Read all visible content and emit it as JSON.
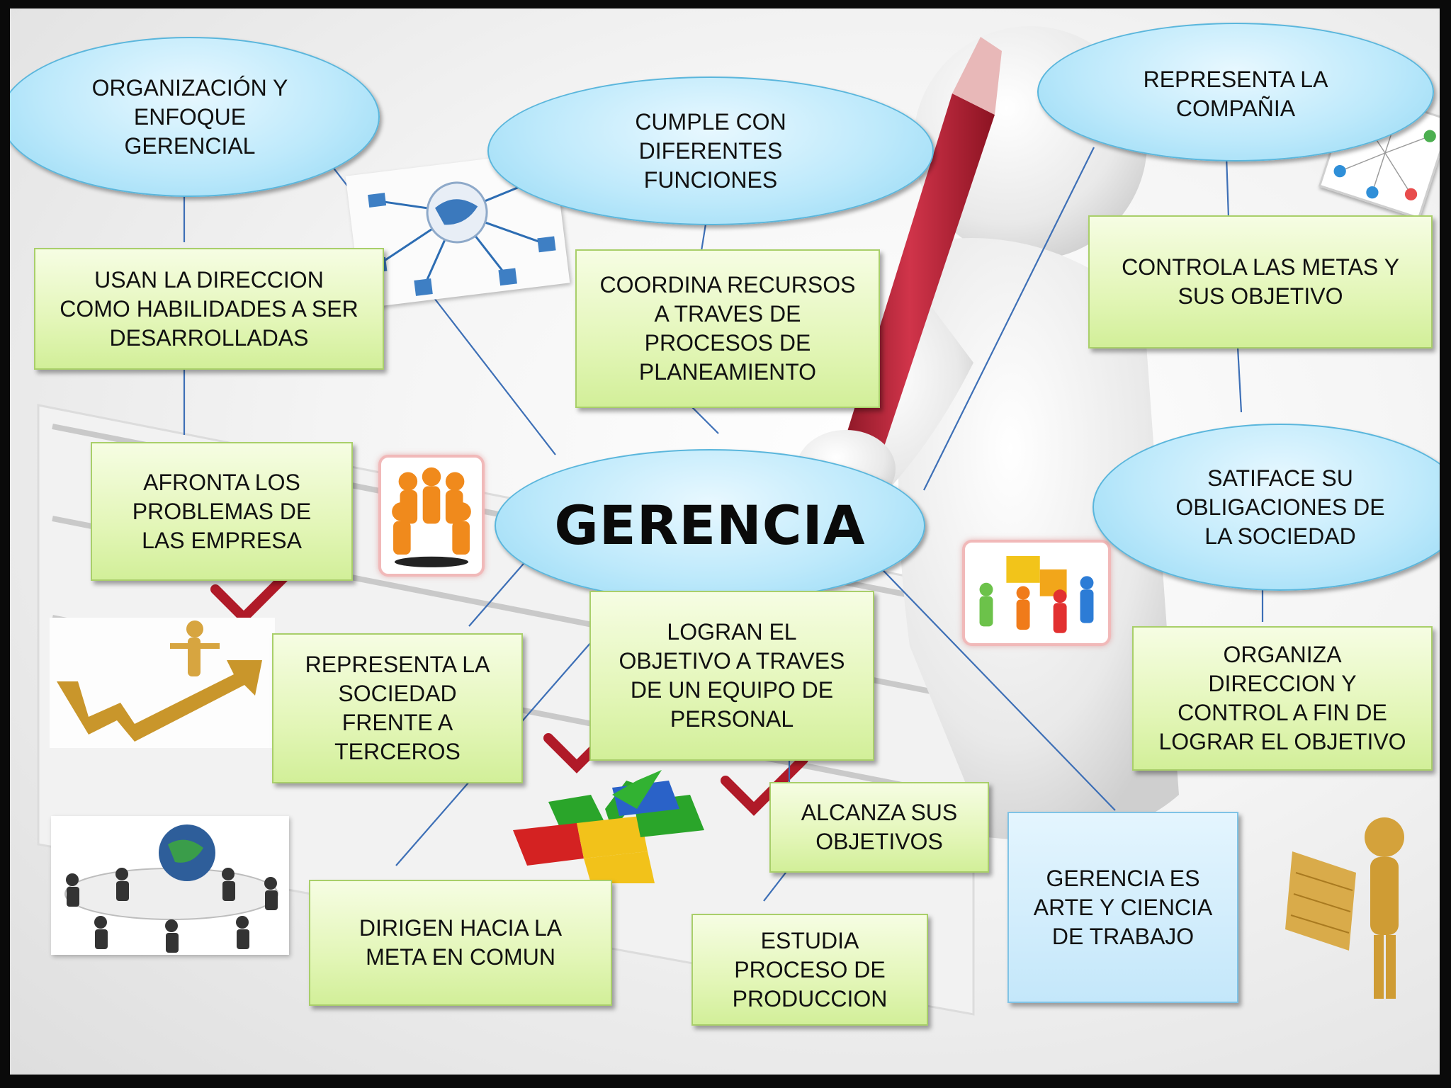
{
  "diagram": {
    "central": "GERENCIA",
    "ovals": {
      "organizacion": "ORGANIZACIÓN Y\nENFOQUE\nGERENCIAL",
      "cumple": "CUMPLE CON\nDIFERENTES\nFUNCIONES",
      "representa_compania": "REPRESENTA LA\nCOMPAÑIA",
      "satisface": "SATIFACE SU\nOBLIGACIONES DE\nLA SOCIEDAD"
    },
    "boxes": {
      "usan_direccion": "USAN LA DIRECCION\nCOMO HABILIDADES A SER\nDESARROLLADAS",
      "coordina_recursos": "COORDINA RECURSOS\nA TRAVES DE\nPROCESOS DE\nPLANEAMIENTO",
      "controla_metas": "CONTROLA LAS METAS Y\nSUS OBJETIVO",
      "afronta_problemas": "AFRONTA  LOS\nPROBLEMAS DE\nLAS EMPRESA",
      "representa_sociedad": "REPRESENTA LA\nSOCIEDAD\nFRENTE A\nTERCEROS",
      "logran_objetivo": "LOGRAN  EL\nOBJETIVO A TRAVES\nDE UN EQUIPO DE\nPERSONAL",
      "organiza_direccion": "ORGANIZA\nDIRECCION Y\nCONTROL  A  FIN DE\nLOGRAR EL OBJETIVO",
      "alcanza_objetivos": "ALCANZA SUS\nOBJETIVOS",
      "dirigen_meta": "DIRIGEN HACIA LA\nMETA EN COMUN",
      "estudia_proceso": "ESTUDIA\nPROCESO DE\nPRODUCCION",
      "gerencia_arte": "GERENCIA ES\nARTE Y CIENCIA\nDE TRABAJO"
    }
  },
  "colors": {
    "oval_fill": "#bde9fb",
    "box_fill": "#e3f6b8",
    "blue_box_fill": "#c4e7fa",
    "connector": "#3d6fb6",
    "text": "#111111"
  },
  "icons": [
    "network-globe-icon",
    "people-network-icon",
    "team-huddle-icon",
    "people-puzzle-icon",
    "golden-growth-arrow-icon",
    "meeting-globe-icon",
    "puzzle-checkmark-icon",
    "golden-figure-laptop-icon"
  ]
}
